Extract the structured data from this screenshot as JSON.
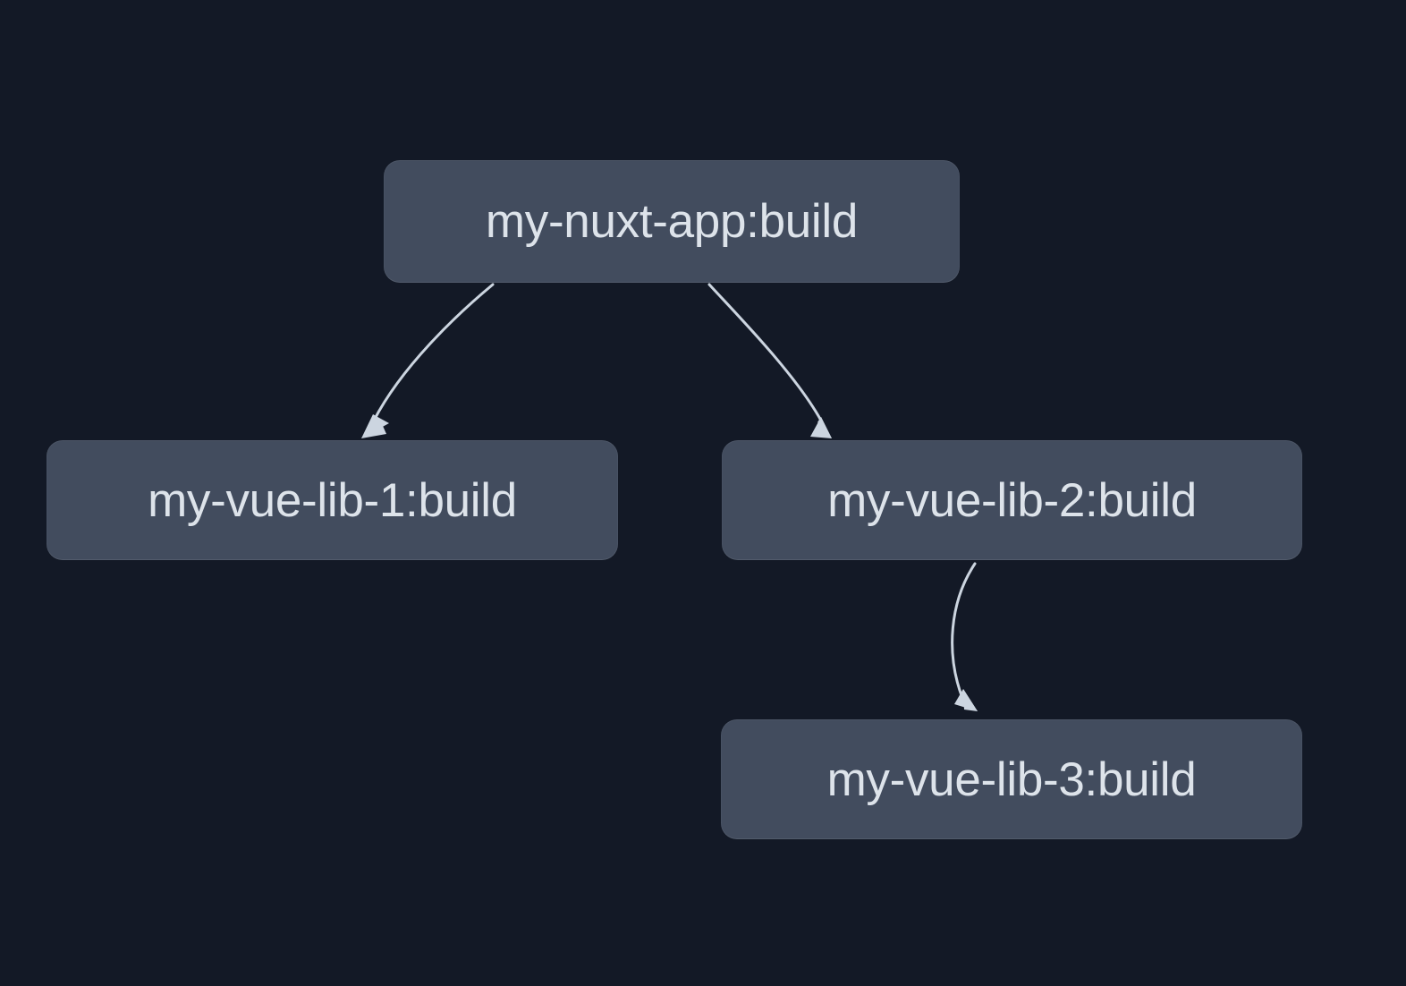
{
  "graph": {
    "type": "task-dependency-graph",
    "background_color": "#131926",
    "node_fill_color": "#424c5e",
    "node_text_color": "#dde3ea",
    "edge_color": "#ccd5e0",
    "nodes": [
      {
        "id": "my-nuxt-app:build",
        "label": "my-nuxt-app:build"
      },
      {
        "id": "my-vue-lib-1:build",
        "label": "my-vue-lib-1:build"
      },
      {
        "id": "my-vue-lib-2:build",
        "label": "my-vue-lib-2:build"
      },
      {
        "id": "my-vue-lib-3:build",
        "label": "my-vue-lib-3:build"
      }
    ],
    "edges": [
      {
        "from": "my-nuxt-app:build",
        "to": "my-vue-lib-1:build"
      },
      {
        "from": "my-nuxt-app:build",
        "to": "my-vue-lib-2:build"
      },
      {
        "from": "my-vue-lib-2:build",
        "to": "my-vue-lib-3:build"
      }
    ]
  }
}
